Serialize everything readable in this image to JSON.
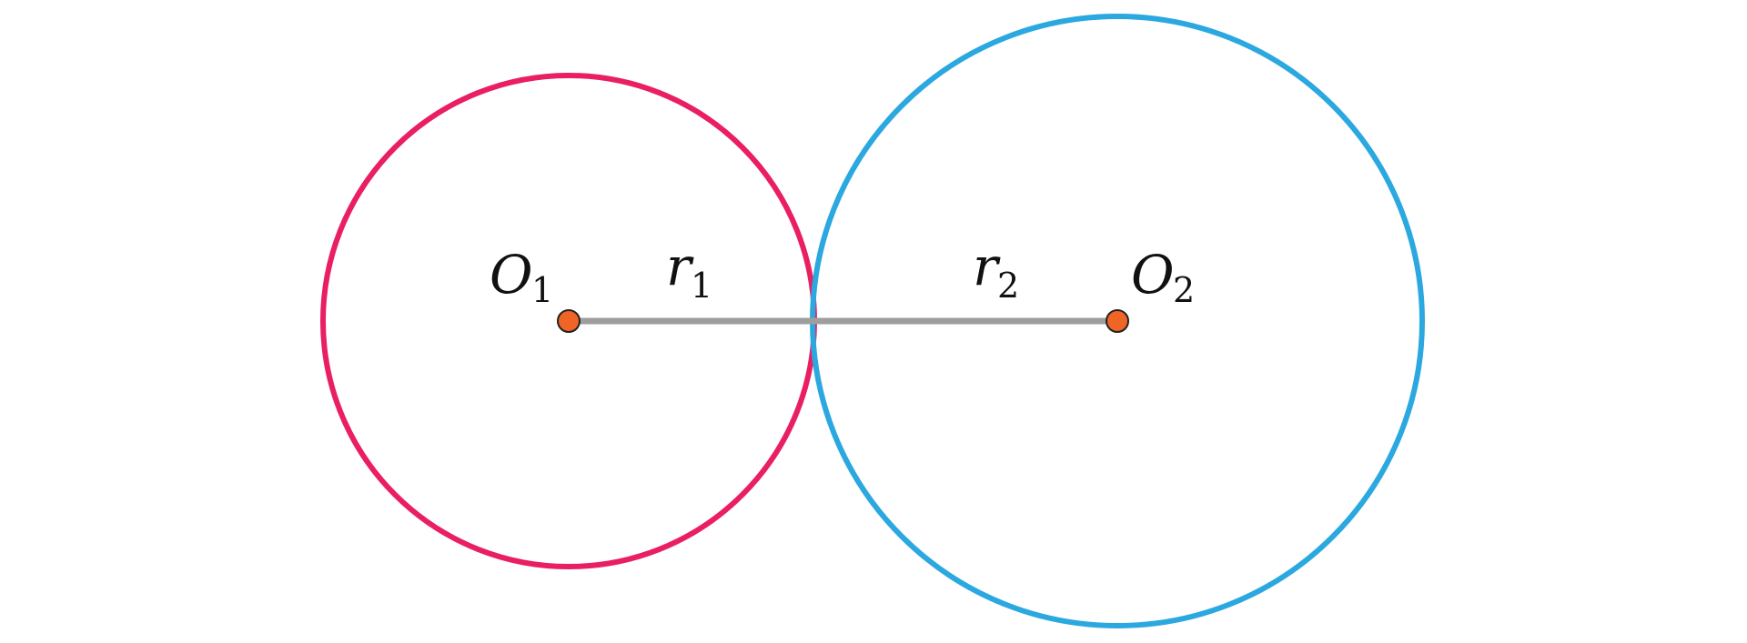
{
  "diagram": {
    "colors": {
      "background": "#ffffff",
      "circle_1": "#e91e63",
      "circle_2": "#2ba8e0",
      "center_point_fill": "#f06426",
      "center_point_stroke": "#222222",
      "segment": "#9e9e9e",
      "label": "#111111"
    },
    "labels": {
      "o1_main": "O",
      "o1_sub": "1",
      "o2_main": "O",
      "o2_sub": "2",
      "r1_main": "r",
      "r1_sub": "1",
      "r2_main": "r",
      "r2_sub": "2"
    }
  }
}
